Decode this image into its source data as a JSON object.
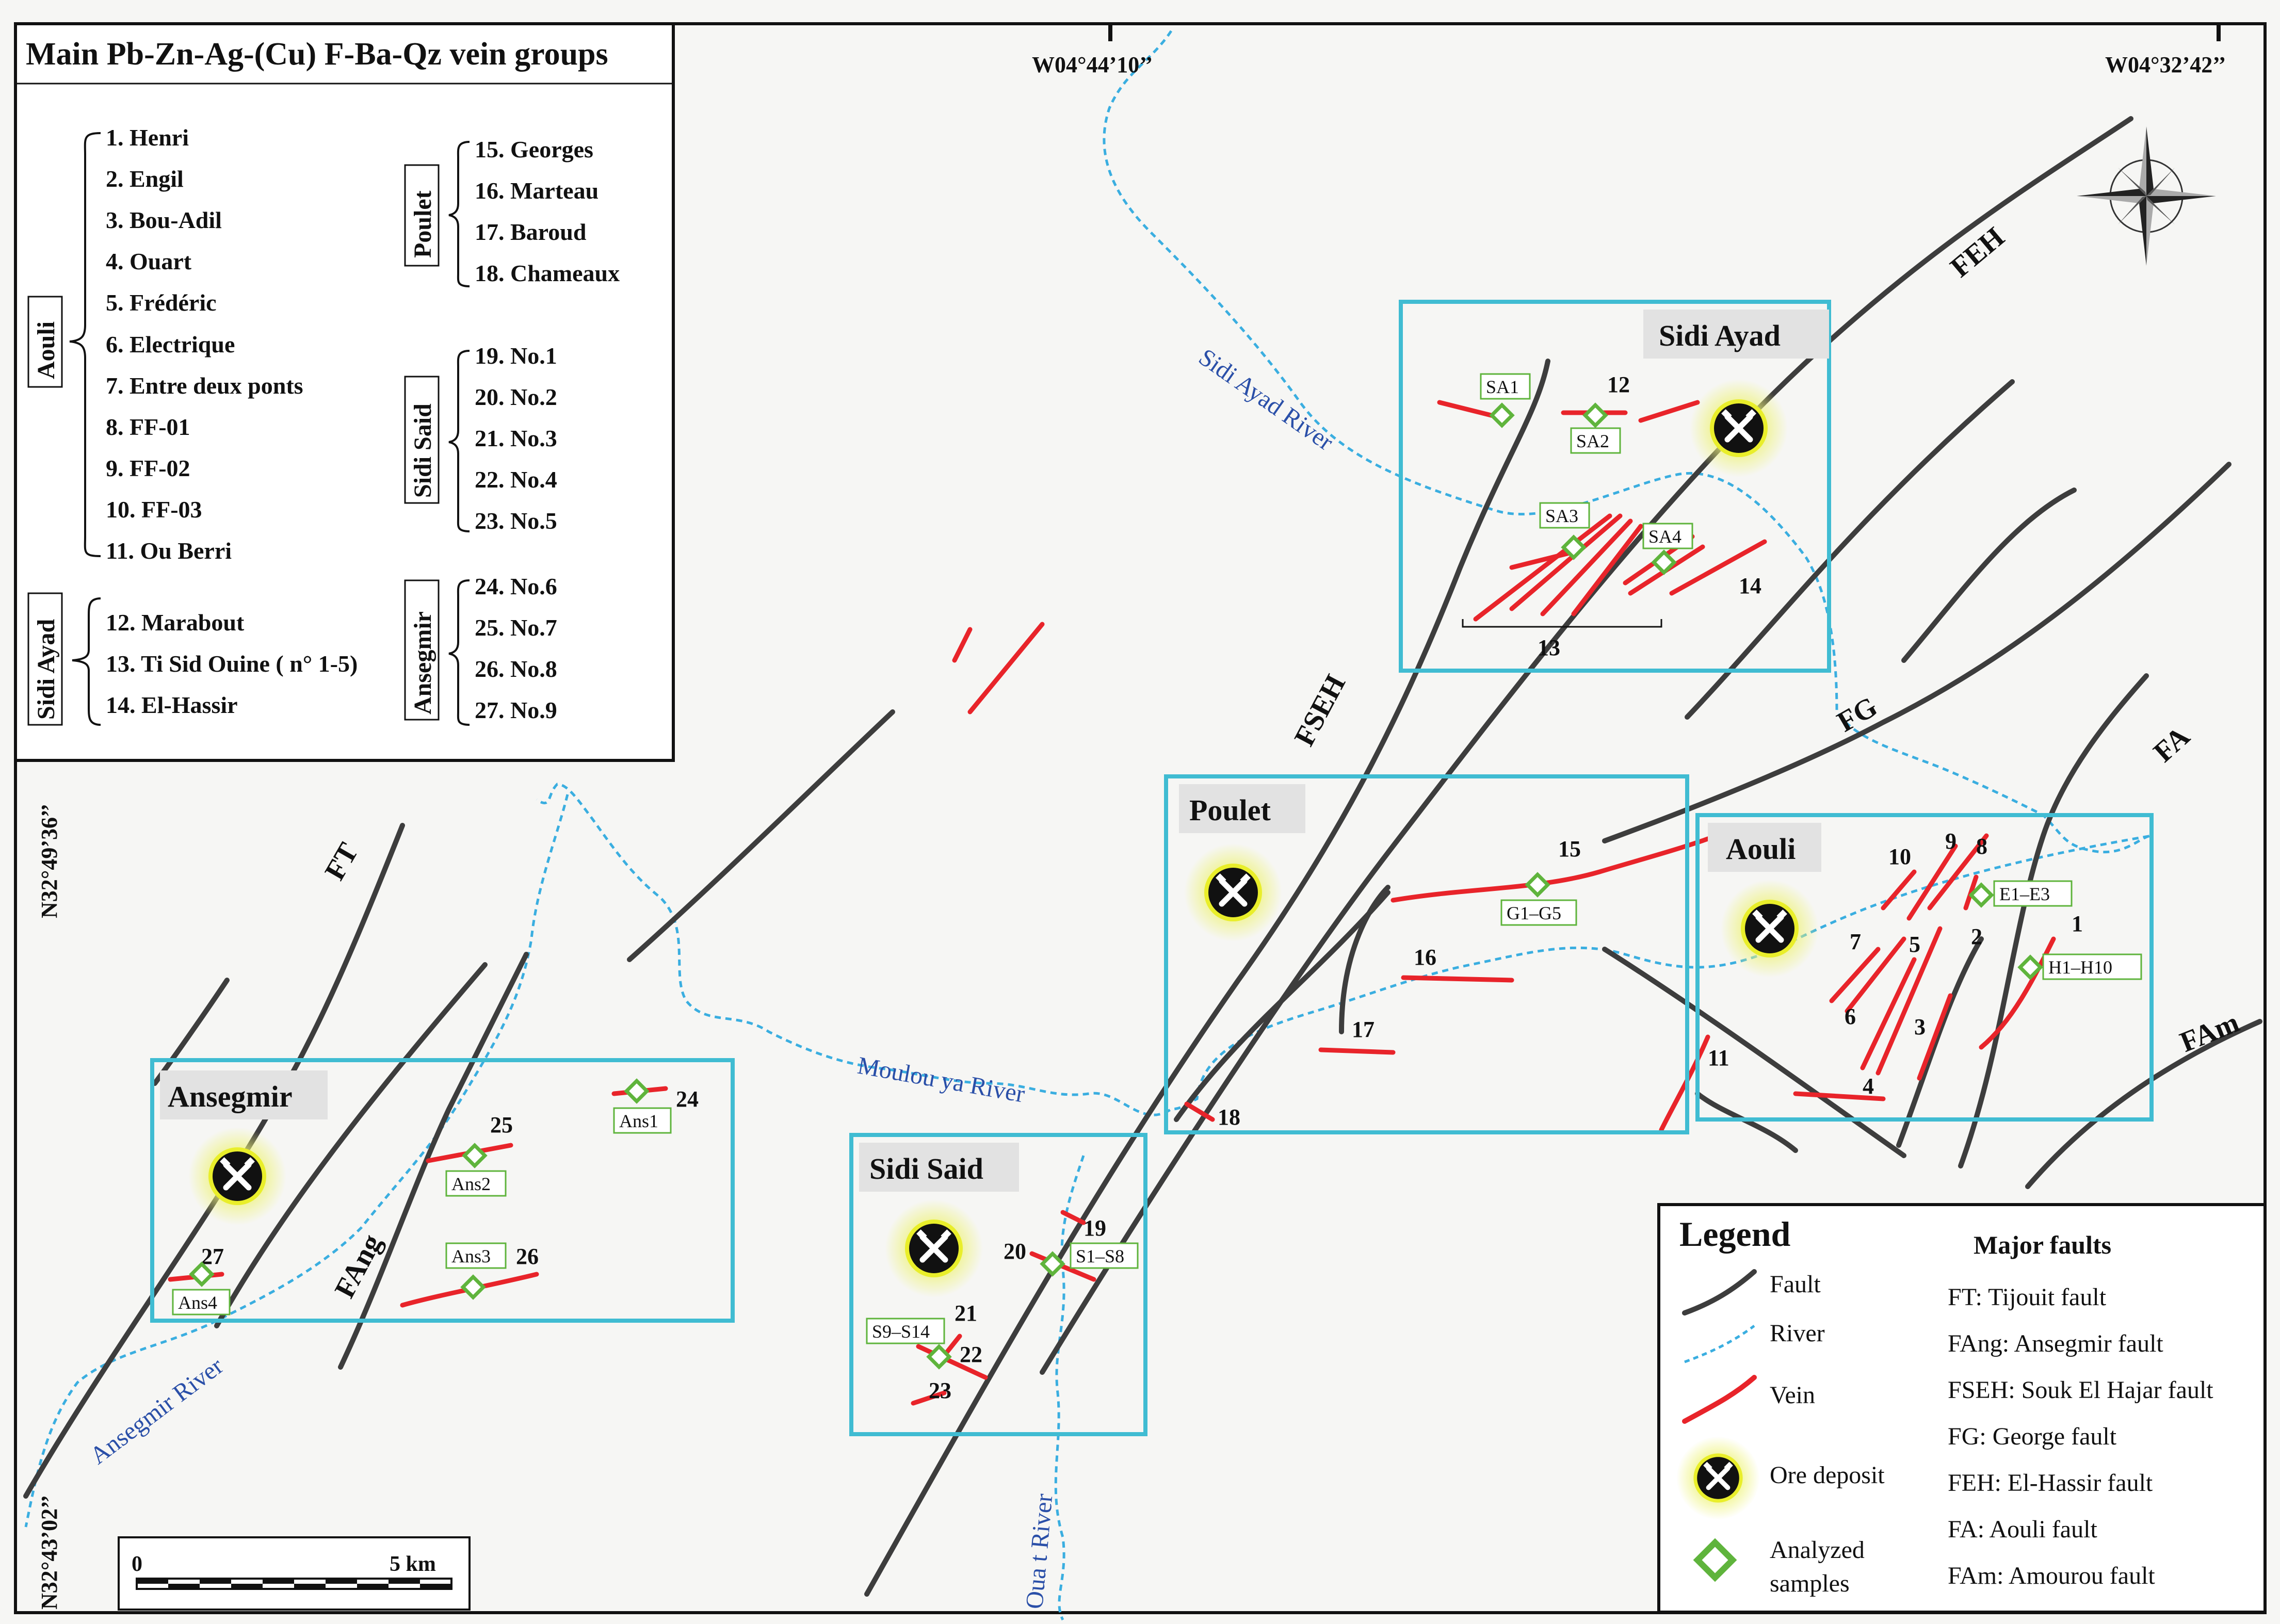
{
  "title": "Main Pb-Zn-Ag-(Cu) F-Ba-Qz vein groups",
  "coords": {
    "top_left": "W04°44’10’’",
    "top_right": "W04°32’42’’",
    "left_top": "N32°49’36’’",
    "left_bottom": "N32°43’02’’"
  },
  "vein_groups": [
    {
      "name": "Aouli",
      "veins": [
        "1. Henri",
        "2. Engil",
        "3. Bou-Adil",
        "4. Ouart",
        "5. Frédéric",
        "6. Electrique",
        "7. Entre deux ponts",
        "8. FF-01",
        "9. FF-02",
        "10. FF-03",
        "11. Ou Berri"
      ]
    },
    {
      "name": "Sidi Ayad",
      "veins": [
        "12. Marabout",
        "13. Ti Sid Ouine ( n° 1-5)",
        "14. El-Hassir"
      ]
    },
    {
      "name": "Poulet",
      "veins": [
        "15. Georges",
        "16. Marteau",
        "17. Baroud",
        "18. Chameaux"
      ]
    },
    {
      "name": "Sidi Said",
      "veins": [
        "19. No.1",
        "20. No.2",
        "21. No.3",
        "22. No.4",
        "23. No.5"
      ]
    },
    {
      "name": "Ansegmir",
      "veins": [
        "24. No.6",
        "25. No.7",
        "26. No.8",
        "27. No.9"
      ]
    }
  ],
  "areas": [
    "Sidi Ayad",
    "Poulet",
    "Aouli",
    "Ansegmir",
    "Sidi Said"
  ],
  "rivers": [
    "Sidi Ayad River",
    "Moulou ya River",
    "Ansegmir River",
    "Oua t River"
  ],
  "fault_labels": [
    "FEH",
    "FSEH",
    "FG",
    "FA",
    "FAm",
    "FT",
    "FAng"
  ],
  "vein_numbers": [
    "1",
    "2",
    "3",
    "4",
    "5",
    "6",
    "7",
    "8",
    "9",
    "10",
    "11",
    "12",
    "13",
    "14",
    "15",
    "16",
    "17",
    "18",
    "19",
    "20",
    "21",
    "22",
    "23",
    "24",
    "25",
    "26",
    "27"
  ],
  "sample_labels": [
    "SA1",
    "SA2",
    "SA3",
    "SA4",
    "G1–G5",
    "E1–E3",
    "H1–H10",
    "Ans1",
    "Ans2",
    "Ans3",
    "Ans4",
    "S1–S8",
    "S9–S14"
  ],
  "scale": {
    "zero": "0",
    "end": "5 km"
  },
  "legend": {
    "title": "Legend",
    "items": [
      "Fault",
      "River",
      "Vein",
      "Ore deposit",
      "Analyzed samples"
    ],
    "faults_title": "Major faults",
    "faults": [
      "FT: Tijouit fault",
      "FAng:  Ansegmir fault",
      "FSEH: Souk El Hajar fault",
      "FG: George fault",
      "FEH: El-Hassir fault",
      "FA: Aouli fault",
      "FAm: Amourou fault"
    ]
  },
  "colors": {
    "fault": "#3d3d3d",
    "river": "#3aaee0",
    "vein": "#e8242a",
    "box": "#40bcd2",
    "sample": "#5fb43c",
    "background": "#f6f6f4"
  }
}
